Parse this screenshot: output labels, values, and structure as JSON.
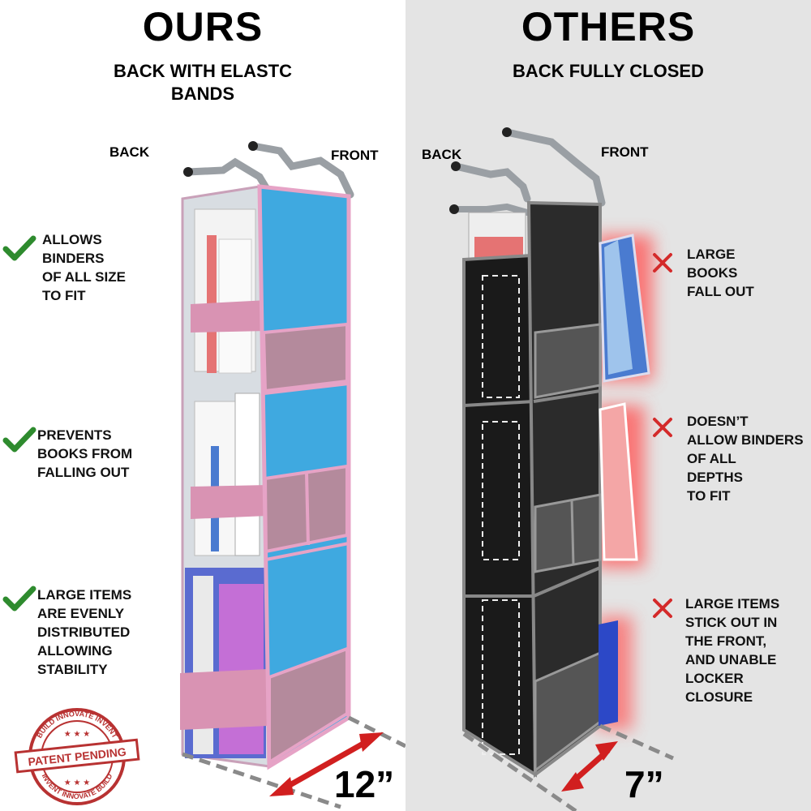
{
  "left": {
    "title": "OURS",
    "subtitle_lines": [
      "BACK WITH ELASTC",
      "BANDS"
    ],
    "back_label": "BACK",
    "front_label": "FRONT",
    "features": [
      {
        "lines": [
          "ALLOWS",
          "BINDERS",
          "OF ALL SIZE",
          "TO FIT"
        ],
        "icon": "check-icon"
      },
      {
        "lines": [
          "PREVENTS",
          "BOOKS FROM",
          "FALLING OUT"
        ],
        "icon": "check-icon"
      },
      {
        "lines": [
          "LARGE ITEMS",
          "ARE EVENLY",
          "DISTRIBUTED",
          "ALLOWING",
          "STABILITY"
        ],
        "icon": "check-icon"
      }
    ],
    "dimension": "12”",
    "stamp": {
      "center_text": "PATENT PENDING",
      "ring_top": "BUILD INNOVATE INVENT",
      "ring_bottom": "INVENT INNOVATE BUILD"
    }
  },
  "right": {
    "title": "OTHERS",
    "subtitle_lines": [
      "BACK FULLY CLOSED"
    ],
    "back_label": "BACK",
    "front_label": "FRONT",
    "features": [
      {
        "lines": [
          "LARGE",
          "BOOKS",
          "FALL OUT"
        ],
        "icon": "x-icon"
      },
      {
        "lines": [
          "DOESN’T",
          "ALLOW BINDERS",
          "OF ALL",
          "DEPTHS",
          "TO FIT"
        ],
        "icon": "x-icon"
      },
      {
        "lines": [
          "LARGE ITEMS",
          "STICK OUT IN",
          "THE FRONT,",
          "AND UNABLE",
          "LOCKER",
          "CLOSURE"
        ],
        "icon": "x-icon"
      }
    ],
    "dimension": "7”"
  },
  "colors": {
    "check": "#2e8b2e",
    "cross": "#d42a2a",
    "blue_panel": "#3fa9e0",
    "pink_trim": "#e6a3c6",
    "dark_panel": "#2b2b2b",
    "arrow": "#d11f1f"
  }
}
